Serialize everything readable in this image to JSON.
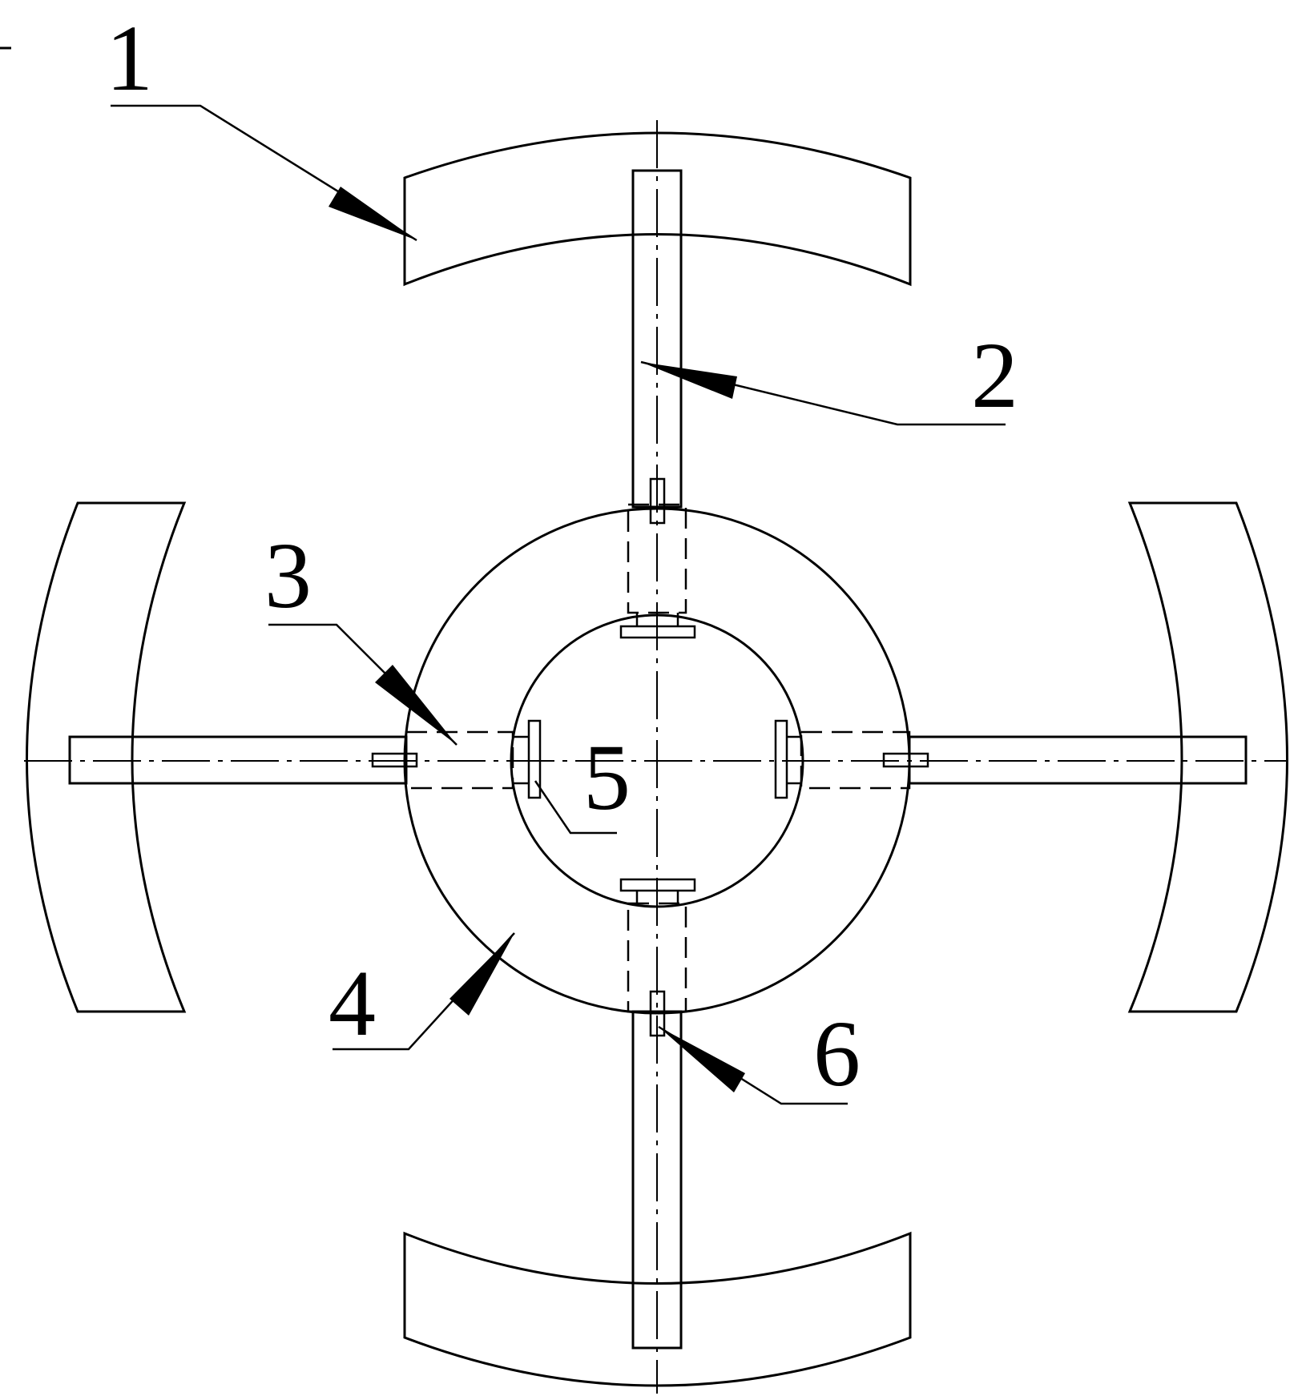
{
  "labels": {
    "part1": "1",
    "part2": "2",
    "part3": "3",
    "part4": "4",
    "part5": "5",
    "part6": "6"
  },
  "colors": {
    "line": "#000000",
    "background": "#ffffff"
  }
}
